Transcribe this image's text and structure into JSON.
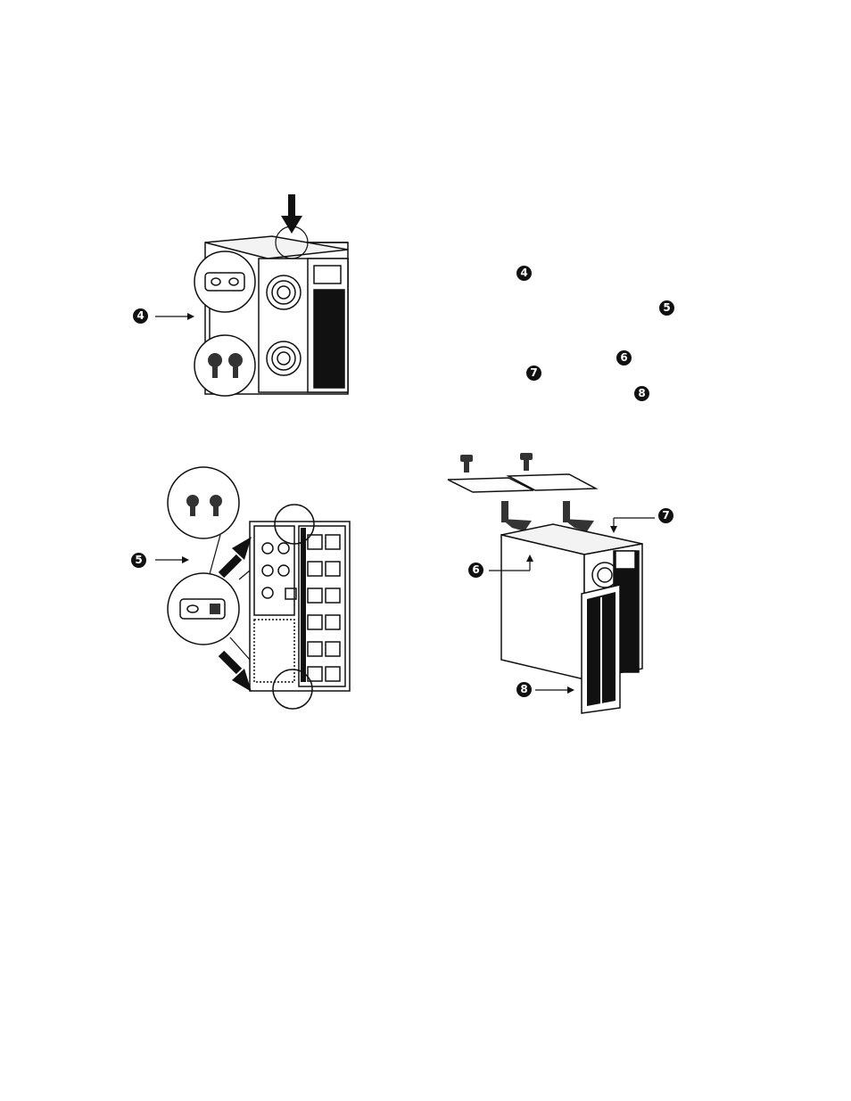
{
  "figure1": {
    "callout": "4"
  },
  "figure2": {
    "callout": "5"
  },
  "text_markers": [
    "4",
    "5",
    "6",
    "7",
    "8"
  ],
  "figure3": {
    "callouts": [
      "6",
      "7",
      "8"
    ]
  },
  "colors": {
    "ink": "#111111",
    "paper": "#ffffff"
  }
}
